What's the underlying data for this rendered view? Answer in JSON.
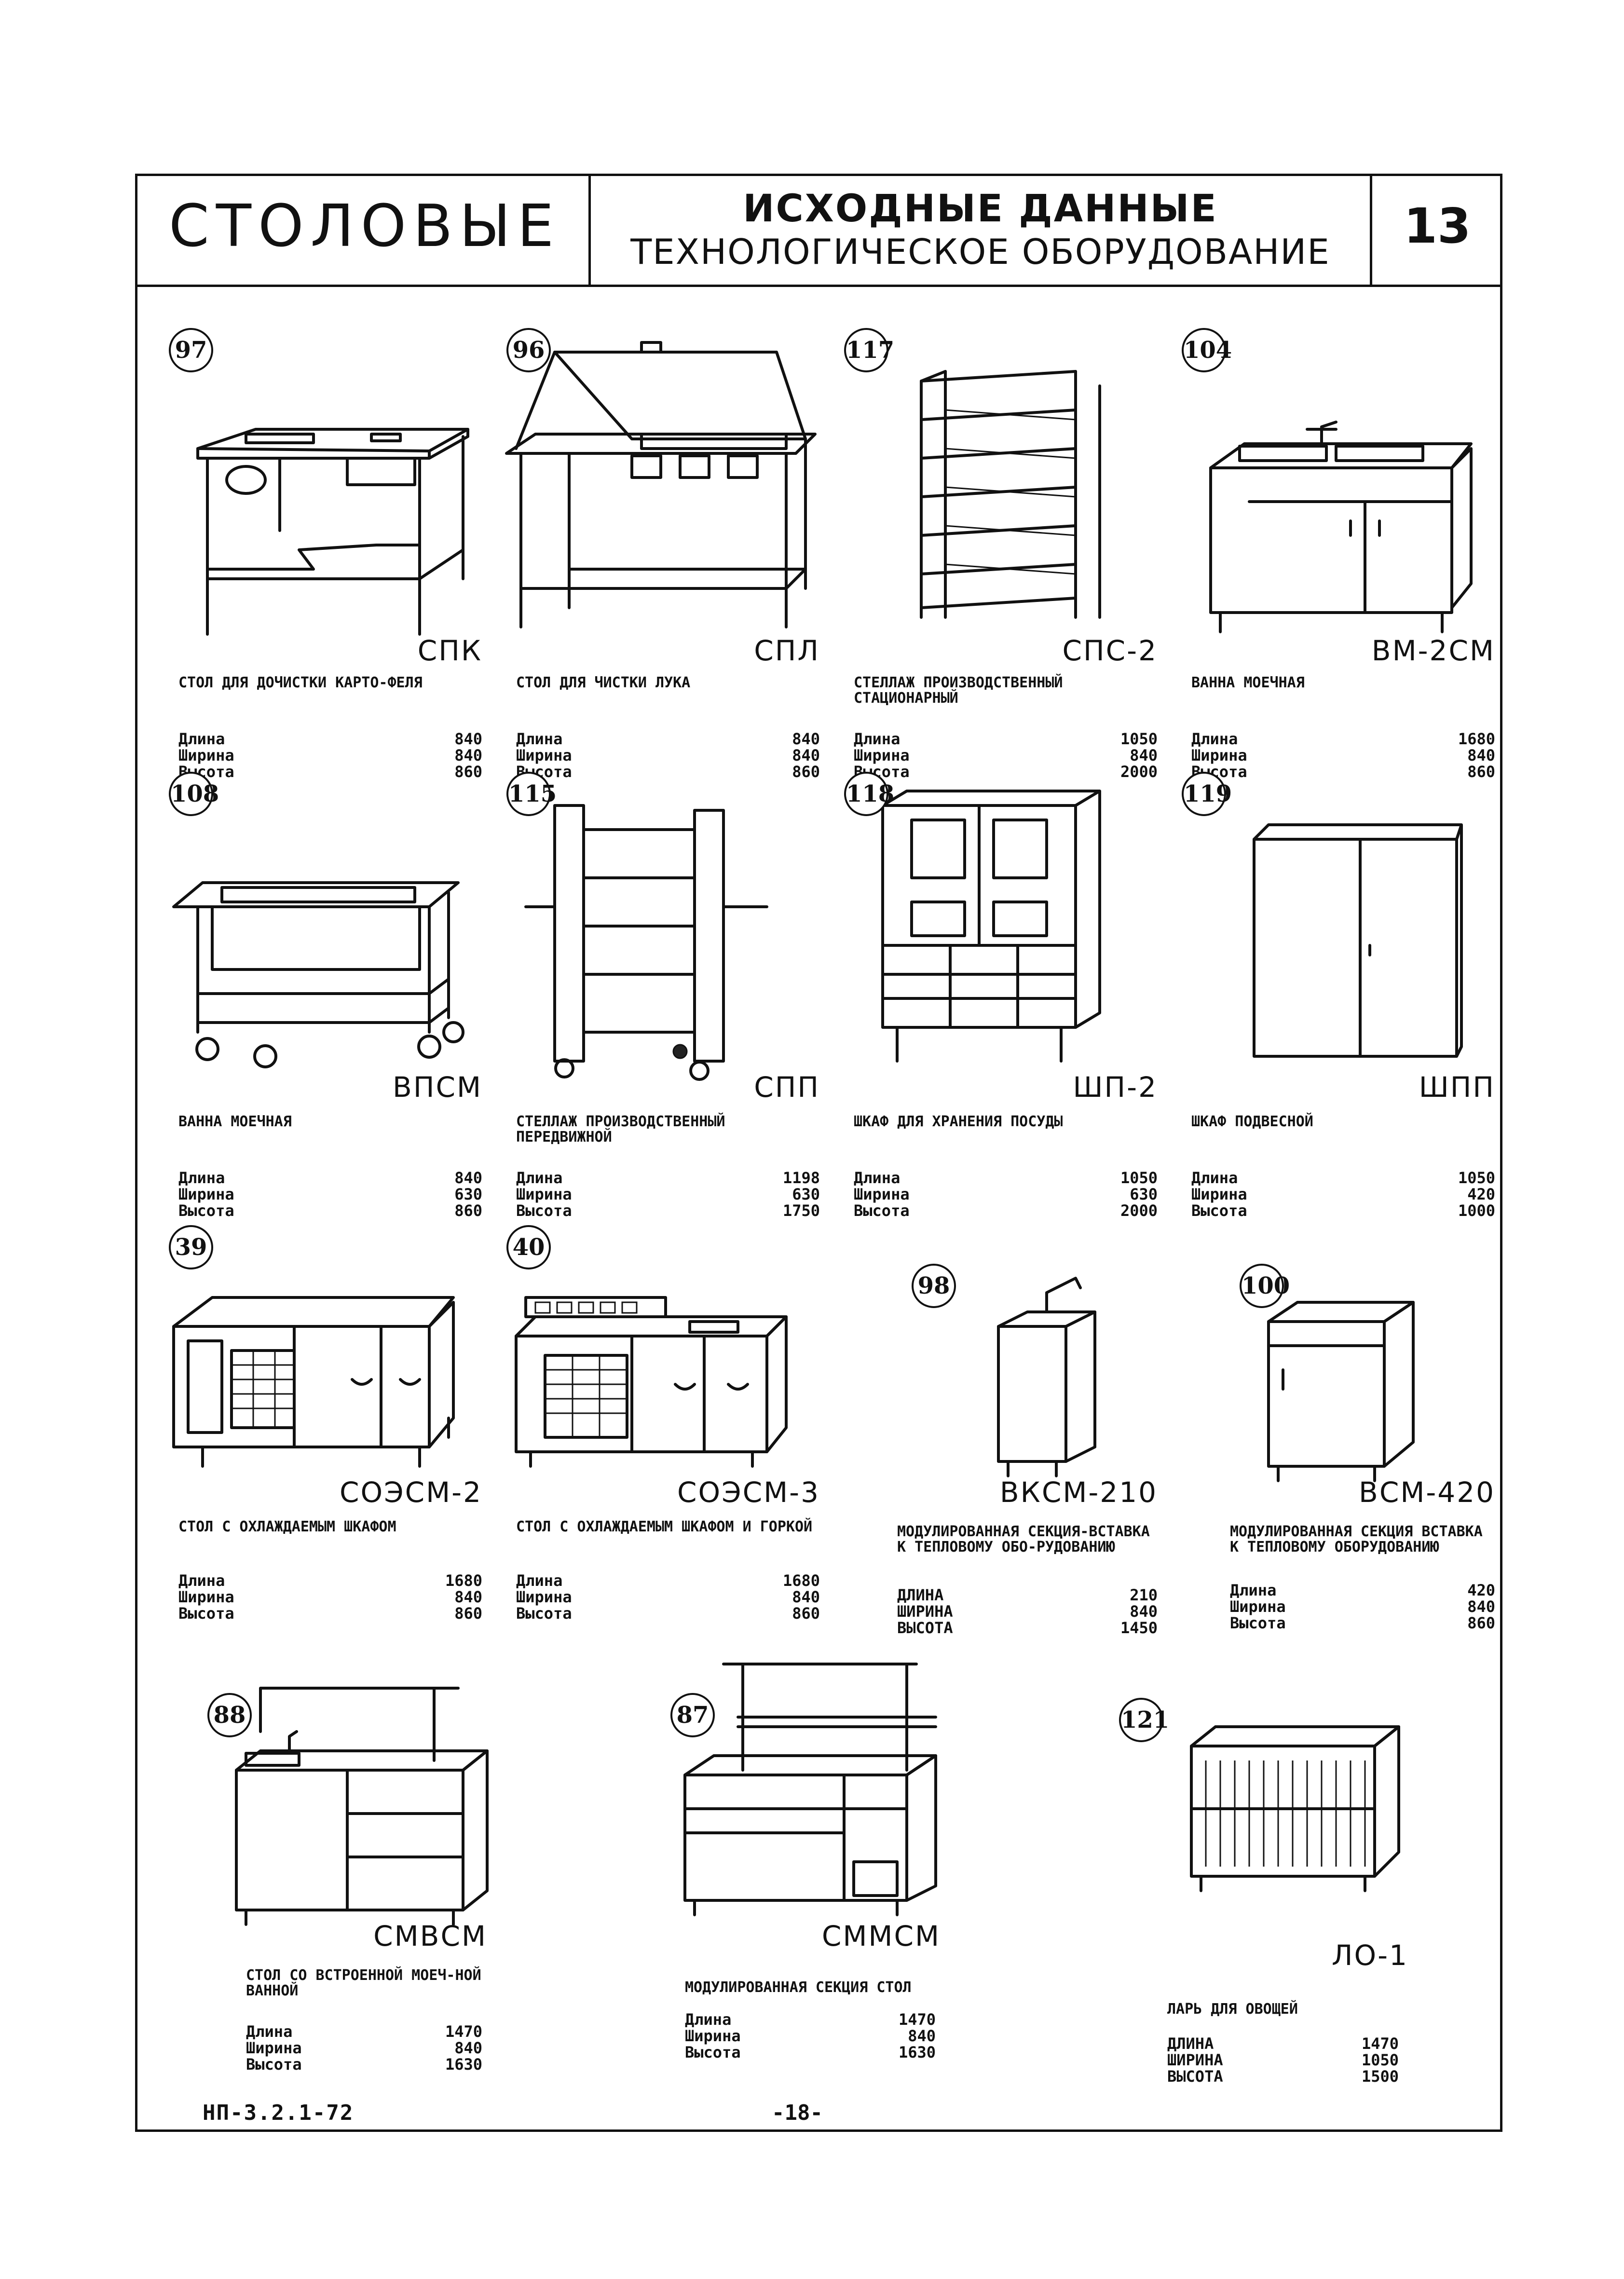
{
  "header": {
    "series": "СТОЛОВЫЕ",
    "title_main": "ИСХОДНЫЕ ДАННЫЕ",
    "title_sub": "ТЕХНОЛОГИЧЕСКОЕ ОБОРУДОВАНИЕ",
    "sheet": "13"
  },
  "items": [
    {
      "num": "97",
      "code": "СПК",
      "name": "СТОЛ ДЛЯ ДОЧИСТКИ КАРТО-ФЕЛЯ",
      "dims": [
        [
          "Длина",
          "840"
        ],
        [
          "Ширина",
          "840"
        ],
        [
          "Высота",
          "860"
        ]
      ]
    },
    {
      "num": "96",
      "code": "СПЛ",
      "name": "СТОЛ ДЛЯ ЧИСТКИ ЛУКА",
      "dims": [
        [
          "Длина",
          "840"
        ],
        [
          "Ширина",
          "840"
        ],
        [
          "Высота",
          "860"
        ]
      ]
    },
    {
      "num": "117",
      "code": "СПС-2",
      "name": "СТЕЛЛАЖ ПРОИЗВОДСТВЕННЫЙ СТАЦИОНАРНЫЙ",
      "dims": [
        [
          "Длина",
          "1050"
        ],
        [
          "Ширина",
          "840"
        ],
        [
          "Высота",
          "2000"
        ]
      ]
    },
    {
      "num": "104",
      "code": "ВМ-2СМ",
      "name": "ВАННА МОЕЧНАЯ",
      "dims": [
        [
          "Длина",
          "1680"
        ],
        [
          "Ширина",
          "840"
        ],
        [
          "Высота",
          "860"
        ]
      ]
    },
    {
      "num": "108",
      "code": "ВПСМ",
      "name": "ВАННА МОЕЧНАЯ",
      "dims": [
        [
          "Длина",
          "840"
        ],
        [
          "Ширина",
          "630"
        ],
        [
          "Высота",
          "860"
        ]
      ]
    },
    {
      "num": "115",
      "code": "СПП",
      "name": "СТЕЛЛАЖ ПРОИЗВОДСТВЕННЫЙ ПЕРЕДВИЖНОЙ",
      "dims": [
        [
          "Длина",
          "1198"
        ],
        [
          "Ширина",
          "630"
        ],
        [
          "Высота",
          "1750"
        ]
      ]
    },
    {
      "num": "118",
      "code": "ШП-2",
      "name": "ШКАФ ДЛЯ ХРАНЕНИЯ ПОСУДЫ",
      "dims": [
        [
          "Длина",
          "1050"
        ],
        [
          "Ширина",
          "630"
        ],
        [
          "Высота",
          "2000"
        ]
      ]
    },
    {
      "num": "119",
      "code": "ШПП",
      "name": "ШКАФ ПОДВЕСНОЙ",
      "dims": [
        [
          "Длина",
          "1050"
        ],
        [
          "Ширина",
          "420"
        ],
        [
          "Высота",
          "1000"
        ]
      ]
    },
    {
      "num": "39",
      "code": "СОЭСМ-2",
      "name": "СТОЛ С ОХЛАЖДАЕМЫМ ШКАФОМ",
      "dims": [
        [
          "Длина",
          "1680"
        ],
        [
          "Ширина",
          "840"
        ],
        [
          "Высота",
          "860"
        ]
      ]
    },
    {
      "num": "40",
      "code": "СОЭСМ-3",
      "name": "СТОЛ С ОХЛАЖДАЕМЫМ ШКАФОМ И ГОРКОЙ",
      "dims": [
        [
          "Длина",
          "1680"
        ],
        [
          "Ширина",
          "840"
        ],
        [
          "Высота",
          "860"
        ]
      ]
    },
    {
      "num": "98",
      "code": "ВКСМ-210",
      "name": "МОДУЛИРОВАННАЯ СЕКЦИЯ-ВСТАВКА К ТЕПЛОВОМУ ОБО-РУДОВАНИЮ",
      "dims": [
        [
          "ДЛИНА",
          "210"
        ],
        [
          "ШИРИНА",
          "840"
        ],
        [
          "ВЫСОТА",
          "1450"
        ]
      ]
    },
    {
      "num": "100",
      "code": "ВСМ-420",
      "name": "МОДУЛИРОВАННАЯ СЕКЦИЯ ВСТАВКА К ТЕПЛОВОМУ ОБОРУДОВАНИЮ",
      "dims": [
        [
          "Длина",
          "420"
        ],
        [
          "Ширина",
          "840"
        ],
        [
          "Высота",
          "860"
        ]
      ]
    },
    {
      "num": "88",
      "code": "СМВСМ",
      "name": "СТОЛ СО ВСТРОЕННОЙ МОЕЧ-НОЙ ВАННОЙ",
      "dims": [
        [
          "Длина",
          "1470"
        ],
        [
          "Ширина",
          "840"
        ],
        [
          "Высота",
          "1630"
        ]
      ]
    },
    {
      "num": "87",
      "code": "СММСМ",
      "name": "МОДУЛИРОВАННАЯ СЕКЦИЯ СТОЛ",
      "dims": [
        [
          "Длина",
          "1470"
        ],
        [
          "Ширина",
          "840"
        ],
        [
          "Высота",
          "1630"
        ]
      ]
    },
    {
      "num": "121",
      "code": "ЛО-1",
      "name": "ЛАРЬ ДЛЯ ОВОЩЕЙ",
      "dims": [
        [
          "ДЛИНА",
          "1470"
        ],
        [
          "ШИРИНА",
          "1050"
        ],
        [
          "ВЫСОТА",
          "1500"
        ]
      ]
    }
  ],
  "footer": {
    "doc_code": "НП-3.2.1-72",
    "page": "-18-"
  }
}
